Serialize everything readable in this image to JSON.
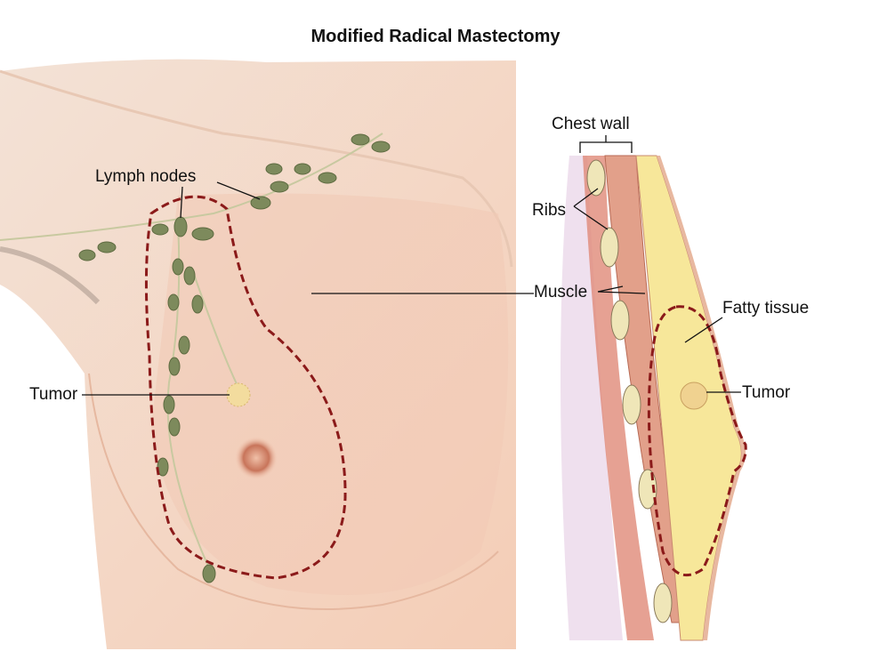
{
  "title": "Modified Radical Mastectomy",
  "front_view": {
    "labels": {
      "lymph_nodes": "Lymph nodes",
      "tumor": "Tumor",
      "muscle": "Muscle"
    }
  },
  "side_view": {
    "labels": {
      "chest_wall": "Chest wall",
      "ribs": "Ribs",
      "fatty_tissue": "Fatty tissue",
      "tumor": "Tumor"
    }
  },
  "colors": {
    "skin": "#f6d9c8",
    "incision": "#8b1a1a",
    "lymph_node": "#7d8a5c",
    "fat": "#f7e79a",
    "muscle": "#e2a08a"
  }
}
